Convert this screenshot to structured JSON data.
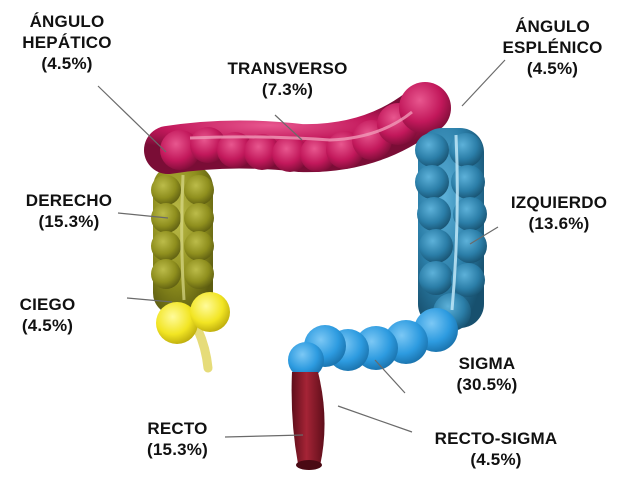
{
  "segments": [
    {
      "id": "angulo_hepatico",
      "name": "ÁNGULO\nHEPÁTICO",
      "pct": "(4.5%)",
      "color": "#c2185b"
    },
    {
      "id": "transverso",
      "name": "TRANSVERSO",
      "pct": "(7.3%)",
      "color": "#b5174f"
    },
    {
      "id": "angulo_esplenico",
      "name": "ÁNGULO\nESPLÉNICO",
      "pct": "(4.5%)",
      "color": "#c2185b"
    },
    {
      "id": "derecho",
      "name": "DERECHO",
      "pct": "(15.3%)",
      "color": "#8f8f1e"
    },
    {
      "id": "izquierdo",
      "name": "IZQUIERDO",
      "pct": "(13.6%)",
      "color": "#2b7ea8"
    },
    {
      "id": "ciego",
      "name": "CIEGO",
      "pct": "(4.5%)",
      "color": "#f2e523"
    },
    {
      "id": "sigma",
      "name": "SIGMA",
      "pct": "(30.5%)",
      "color": "#2d9be0"
    },
    {
      "id": "recto",
      "name": "RECTO",
      "pct": "(15.3%)",
      "color": "#8e1a2a"
    },
    {
      "id": "recto_sigma",
      "name": "RECTO-SIGMA",
      "pct": "(4.5%)",
      "color": "#2d9be0"
    }
  ]
}
